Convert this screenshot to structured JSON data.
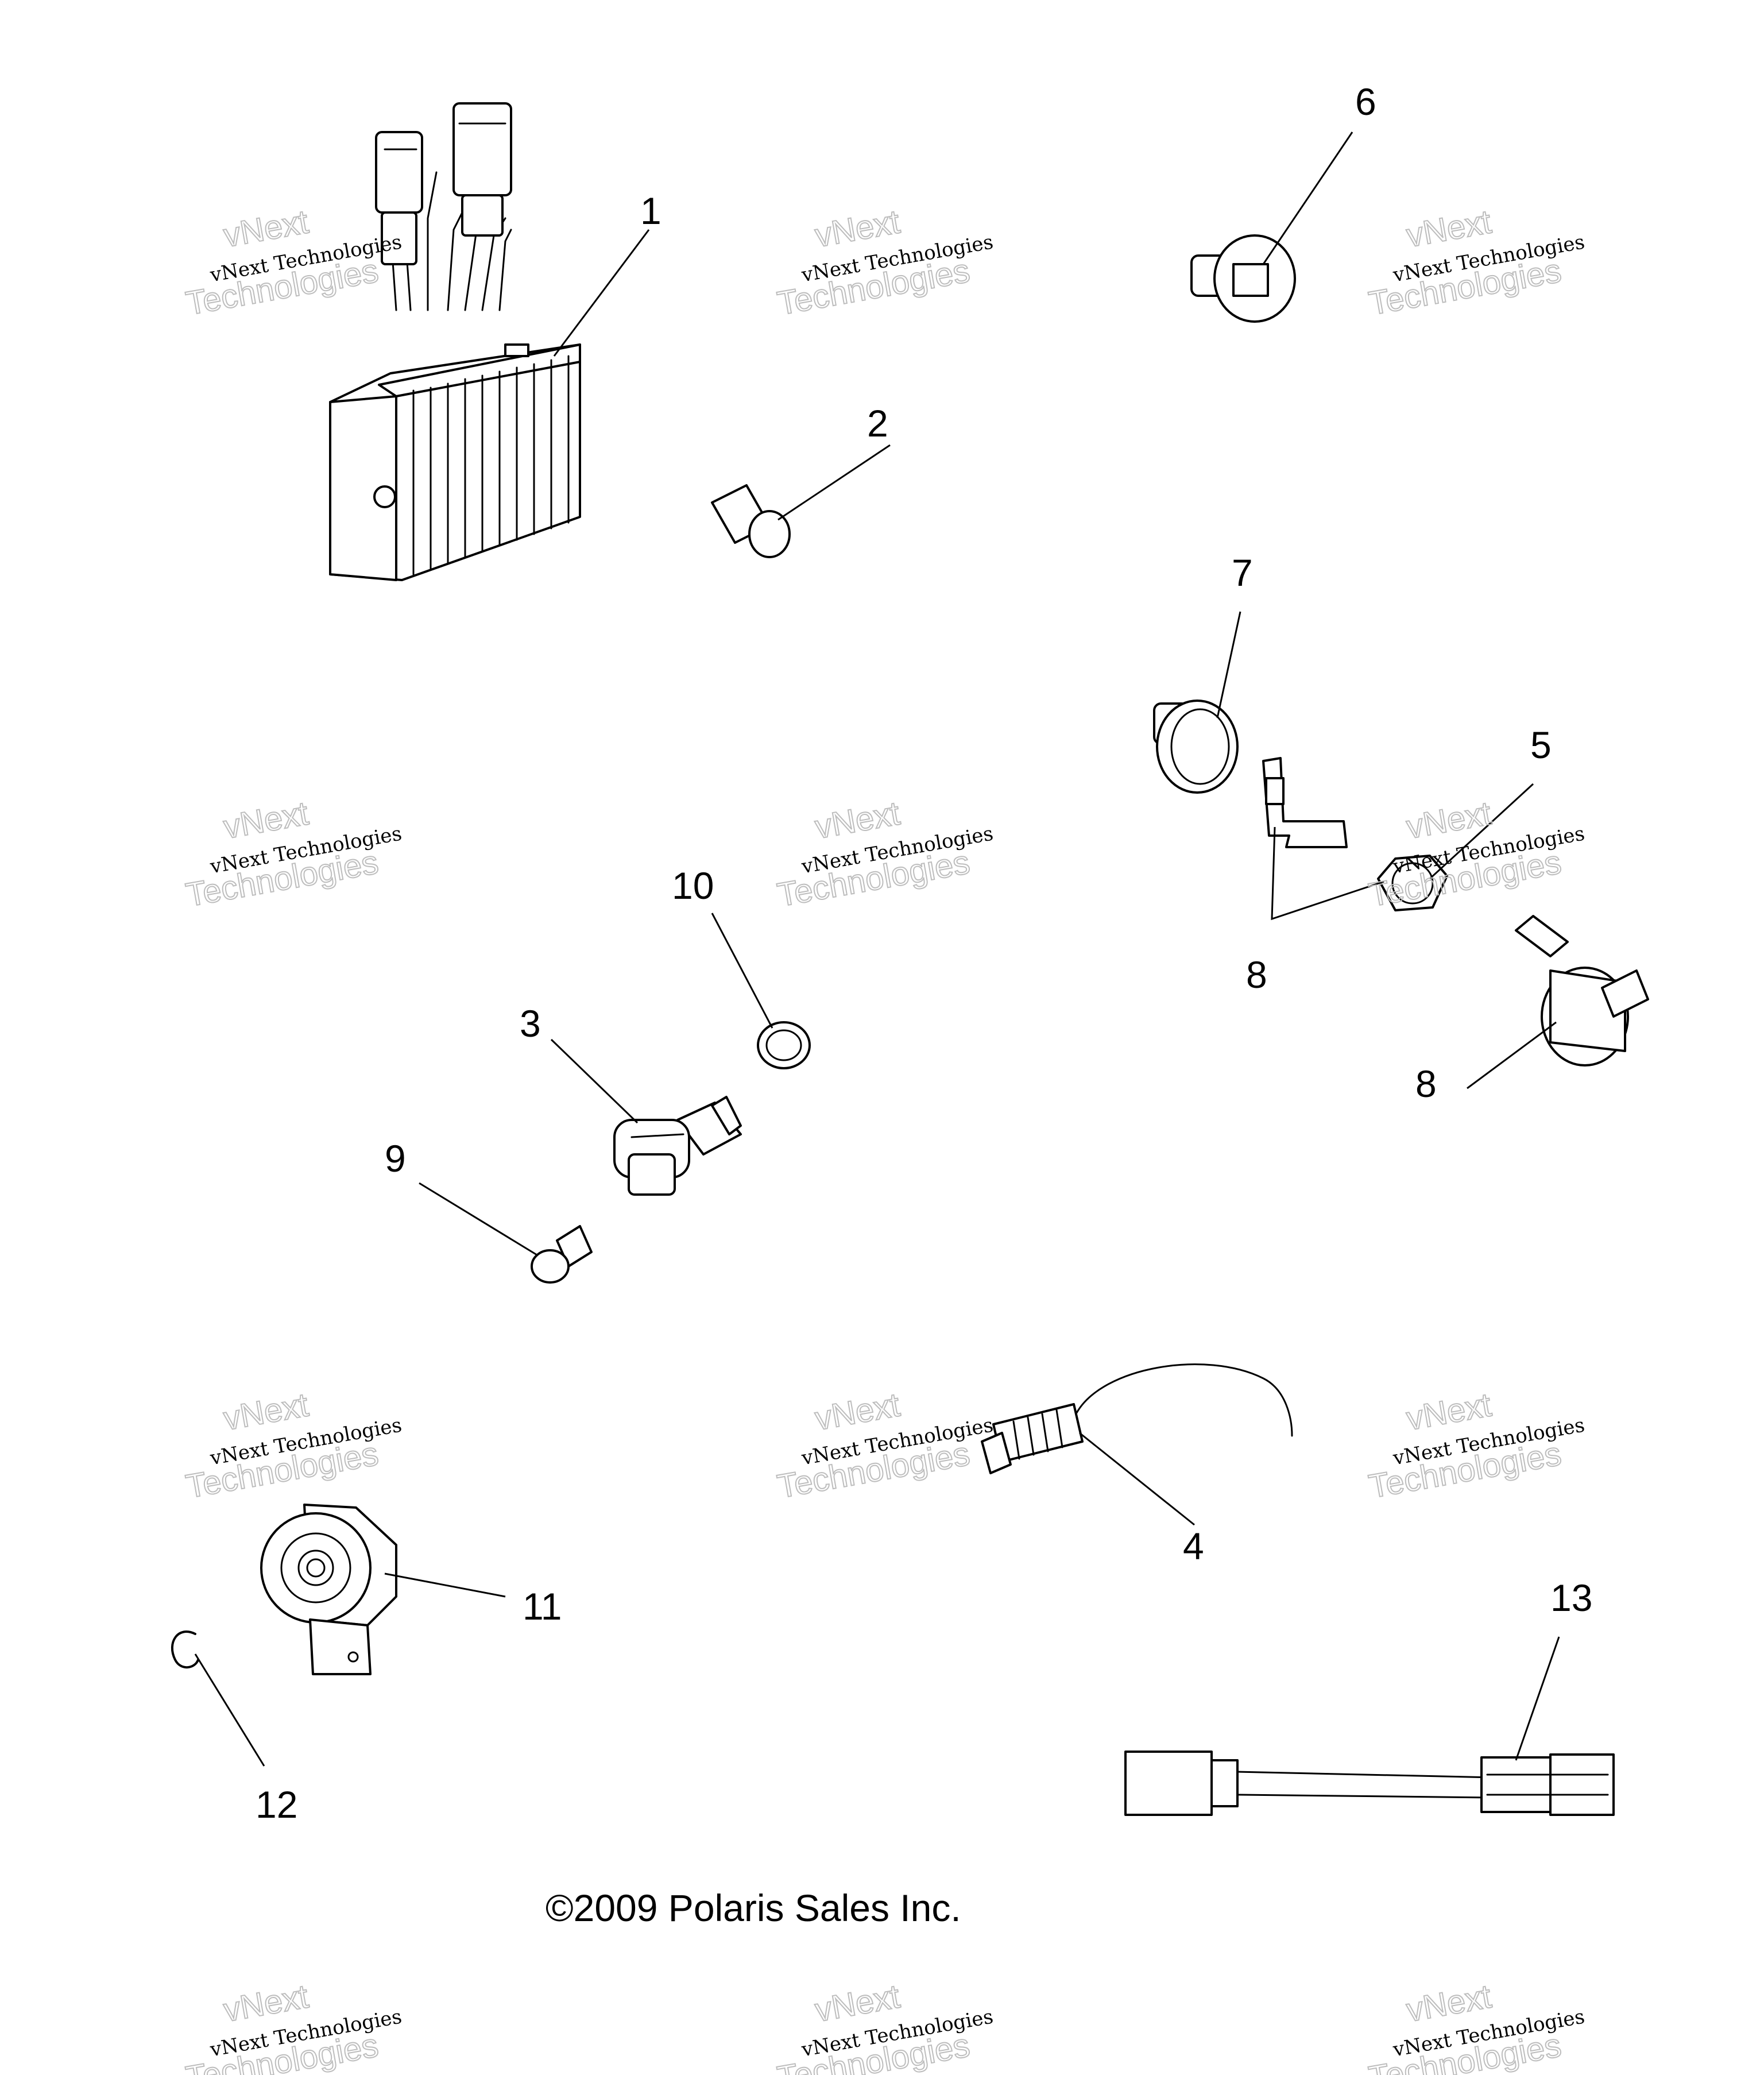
{
  "diagram": {
    "callouts": [
      {
        "id": "1",
        "label": "1"
      },
      {
        "id": "2",
        "label": "2"
      },
      {
        "id": "3",
        "label": "3"
      },
      {
        "id": "4",
        "label": "4"
      },
      {
        "id": "5",
        "label": "5"
      },
      {
        "id": "6",
        "label": "6"
      },
      {
        "id": "7",
        "label": "7"
      },
      {
        "id": "8a",
        "label": "8"
      },
      {
        "id": "8b",
        "label": "8"
      },
      {
        "id": "9",
        "label": "9"
      },
      {
        "id": "10",
        "label": "10"
      },
      {
        "id": "11",
        "label": "11"
      },
      {
        "id": "12",
        "label": "12"
      },
      {
        "id": "13",
        "label": "13"
      }
    ],
    "copyright": "©2009 Polaris Sales Inc.",
    "watermark": {
      "line1": "vNext Technologies",
      "line2": "vNext",
      "line3": "Technologies"
    }
  }
}
